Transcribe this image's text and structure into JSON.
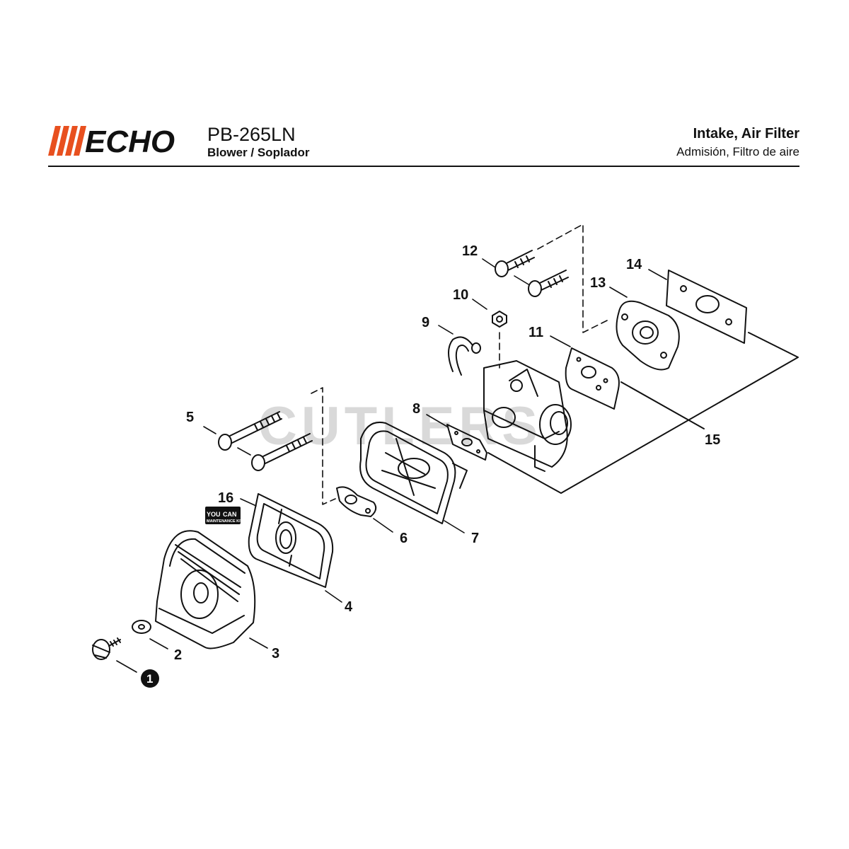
{
  "header": {
    "brand": "ECHO",
    "model": "PB-265LN",
    "product": "Blower / Soplador",
    "section_title": "Intake, Air Filter",
    "section_subtitle": "Admisión, Filtro de aire"
  },
  "watermark": "CUTLERS",
  "maintenance_kit": {
    "top": "YOU",
    "top_right": "CAN",
    "bottom": "MAINTENANCE KIT"
  },
  "callouts": {
    "c1": "1",
    "c2": "2",
    "c3": "3",
    "c4": "4",
    "c5": "5",
    "c6": "6",
    "c7": "7",
    "c8": "8",
    "c9": "9",
    "c10": "10",
    "c11": "11",
    "c12": "12",
    "c13": "13",
    "c14": "14",
    "c15": "15",
    "c16": "16"
  },
  "colors": {
    "brand_stripe": "#e8501f",
    "ink": "#111111",
    "watermark": "#d9d9d9"
  }
}
